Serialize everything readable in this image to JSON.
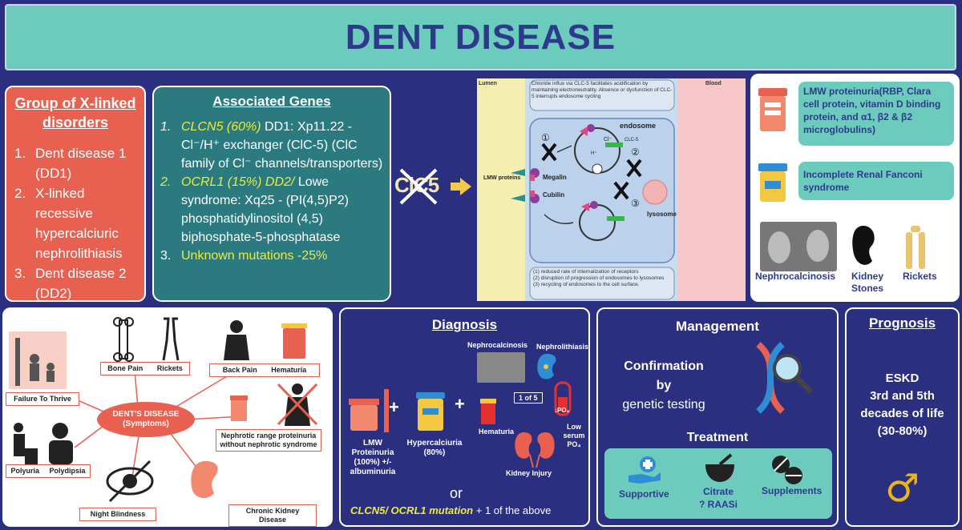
{
  "title": "DENT DISEASE",
  "group": {
    "header": "Group of X-linked disorders",
    "items": [
      {
        "num": "1.",
        "text": "Dent disease 1 (DD1)"
      },
      {
        "num": "2.",
        "text": "X-linked recessive hypercalciuric nephrolithiasis"
      },
      {
        "num": "3.",
        "text": "Dent disease 2 (DD2)"
      }
    ]
  },
  "genes": {
    "header": "Associated Genes",
    "item1_num": "1.",
    "item1_gene": "CLCN5 (60%)",
    "item1_text": " DD1:  Xp11.22 - Cl⁻/H⁺ exchanger (ClC-5) (ClC family of Cl⁻ channels/transporters)",
    "item2_num": "2.",
    "item2_gene": "OCRL1 (15%) DD2/",
    "item2_text": " Lowe syndrome: Xq25 - (PI(4,5)P2) phosphatidylinositol (4,5) biphosphate-5-phosphatase",
    "item3_num": "3.",
    "item3_text": "Unknown mutations -25%"
  },
  "clc5_label": "ClC5",
  "cell": {
    "lumen": "Lumen",
    "blood": "Blood",
    "top_note": "Chloride influx via CLC-5 facilitates acidification by maintaining electroneutrality. Absence or dysfunction of CLC-5 interrupts endosome cycling",
    "lmw": "LMW proteins",
    "megalin": "Megalin",
    "cubilin": "Cubilin",
    "endosome": "endosome",
    "lysosome": "lysosome",
    "cl": "Cl⁻",
    "clc5": "CLC-5",
    "h": "H⁺",
    "n1": "①",
    "n2": "②",
    "n3": "③",
    "bottom_note_1": "(1) reduced rate of internalization of receptors",
    "bottom_note_2": "(2) disruption of progression of endosomes to lysosomes",
    "bottom_note_3": "(3) recycling of endosomes to the cell surface."
  },
  "side": {
    "lmw_note": "LMW proteinuria(RBP, Clara cell protein, vitamin D binding protein, and α1, β2 & β2 microglobulins)",
    "fanconi_note": "Incomplete Renal Fanconi syndrome",
    "nephrocalcinosis": "Nephrocalcinosis",
    "kidney_stones": "Kidney Stones",
    "rickets": "Rickets"
  },
  "symptoms": {
    "center": "DENT'S DISEASE",
    "center_sub": "(Symptoms)",
    "bone_pain": "Bone Pain",
    "rickets": "Rickets",
    "back_pain": "Back Pain",
    "hematuria": "Hematuria",
    "failure": "Failure To Thrive",
    "nephrotic": "Nephrotic range proteinuria without nephrotic syndrome",
    "polyuria": "Polyuria",
    "polydipsia": "Polydipsia",
    "night": "Night Blindness",
    "ckd": "Chronic Kidney Disease"
  },
  "diagnosis": {
    "header": "Diagnosis",
    "nephrocalcinosis": "Nephrocalcinosis",
    "nephrolithiasis": "Nephrolithiasis",
    "lmw": "LMW Proteinuria (100%) +/- albuminuria",
    "hypercalciuria": "Hypercalciuria (80%)",
    "hematuria": "Hematuria",
    "one_of_5": "1 of 5",
    "po4": "↓PO₄",
    "low_serum": "Low serum PO₄",
    "kidney_injury": "Kidney Injury",
    "or": "or",
    "mutation_gene": "CLCN5/ OCRL1 mutation",
    "mutation_rest": " + 1 of the above",
    "plus": "+"
  },
  "management": {
    "header": "Management",
    "confirm_1": "Confirmation",
    "confirm_2": "by",
    "confirm_3": "genetic testing",
    "treatment": "Treatment",
    "supportive": "Supportive",
    "citrate": "Citrate",
    "raasi": "? RAASi",
    "supplements": "Supplements"
  },
  "prognosis": {
    "header": "Prognosis",
    "line1": "ESKD",
    "line2": "3rd and 5th",
    "line3": "decades of life",
    "line4": "(30-80%)",
    "symbol": "♂"
  },
  "colors": {
    "navy": "#2b2f7f",
    "teal": "#6dcbbe",
    "coral": "#e8604f",
    "dark_teal": "#2b7a80",
    "yellow": "#ecec3a",
    "gold": "#e8b51e"
  }
}
